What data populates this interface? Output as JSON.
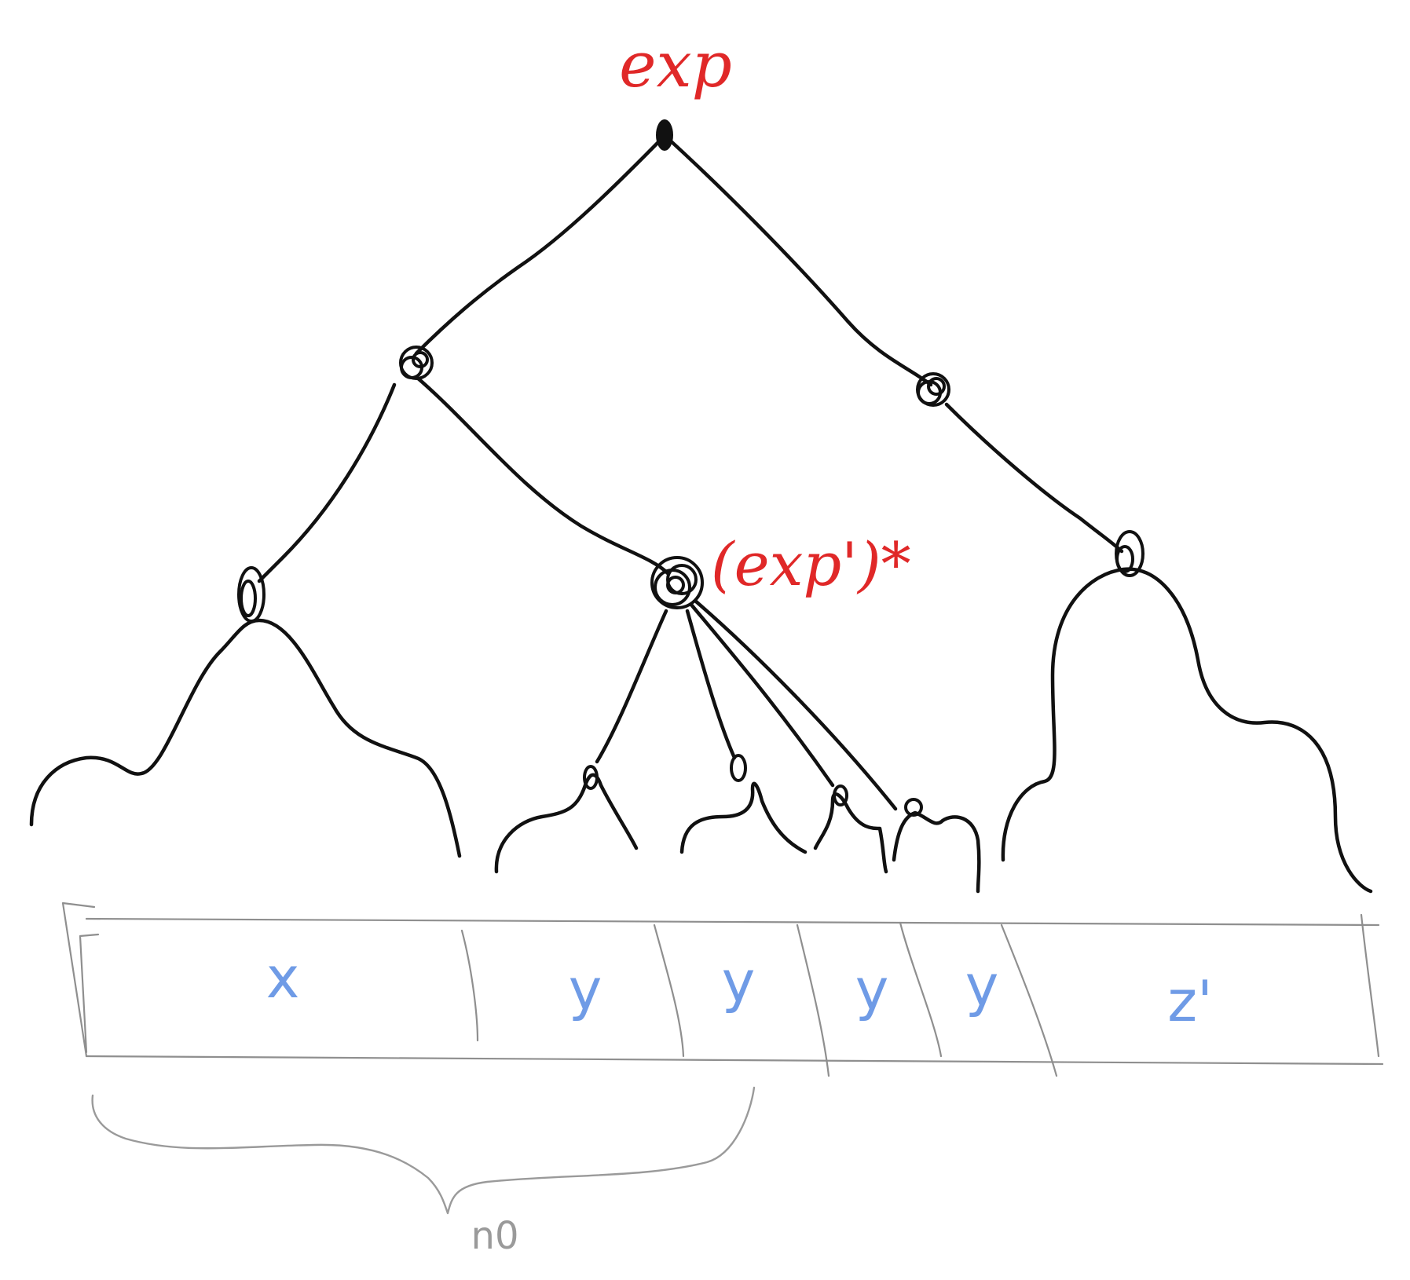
{
  "labels": {
    "root": "exp",
    "repeat_node": "(exp')*",
    "brace": "n0"
  },
  "cells": [
    "x",
    "y",
    "y",
    "y",
    "y",
    "z'"
  ],
  "colors": {
    "tree": "#111111",
    "annotation": "#e02828",
    "cell_text": "#6f9be6",
    "strip": "#8f8f8f"
  }
}
